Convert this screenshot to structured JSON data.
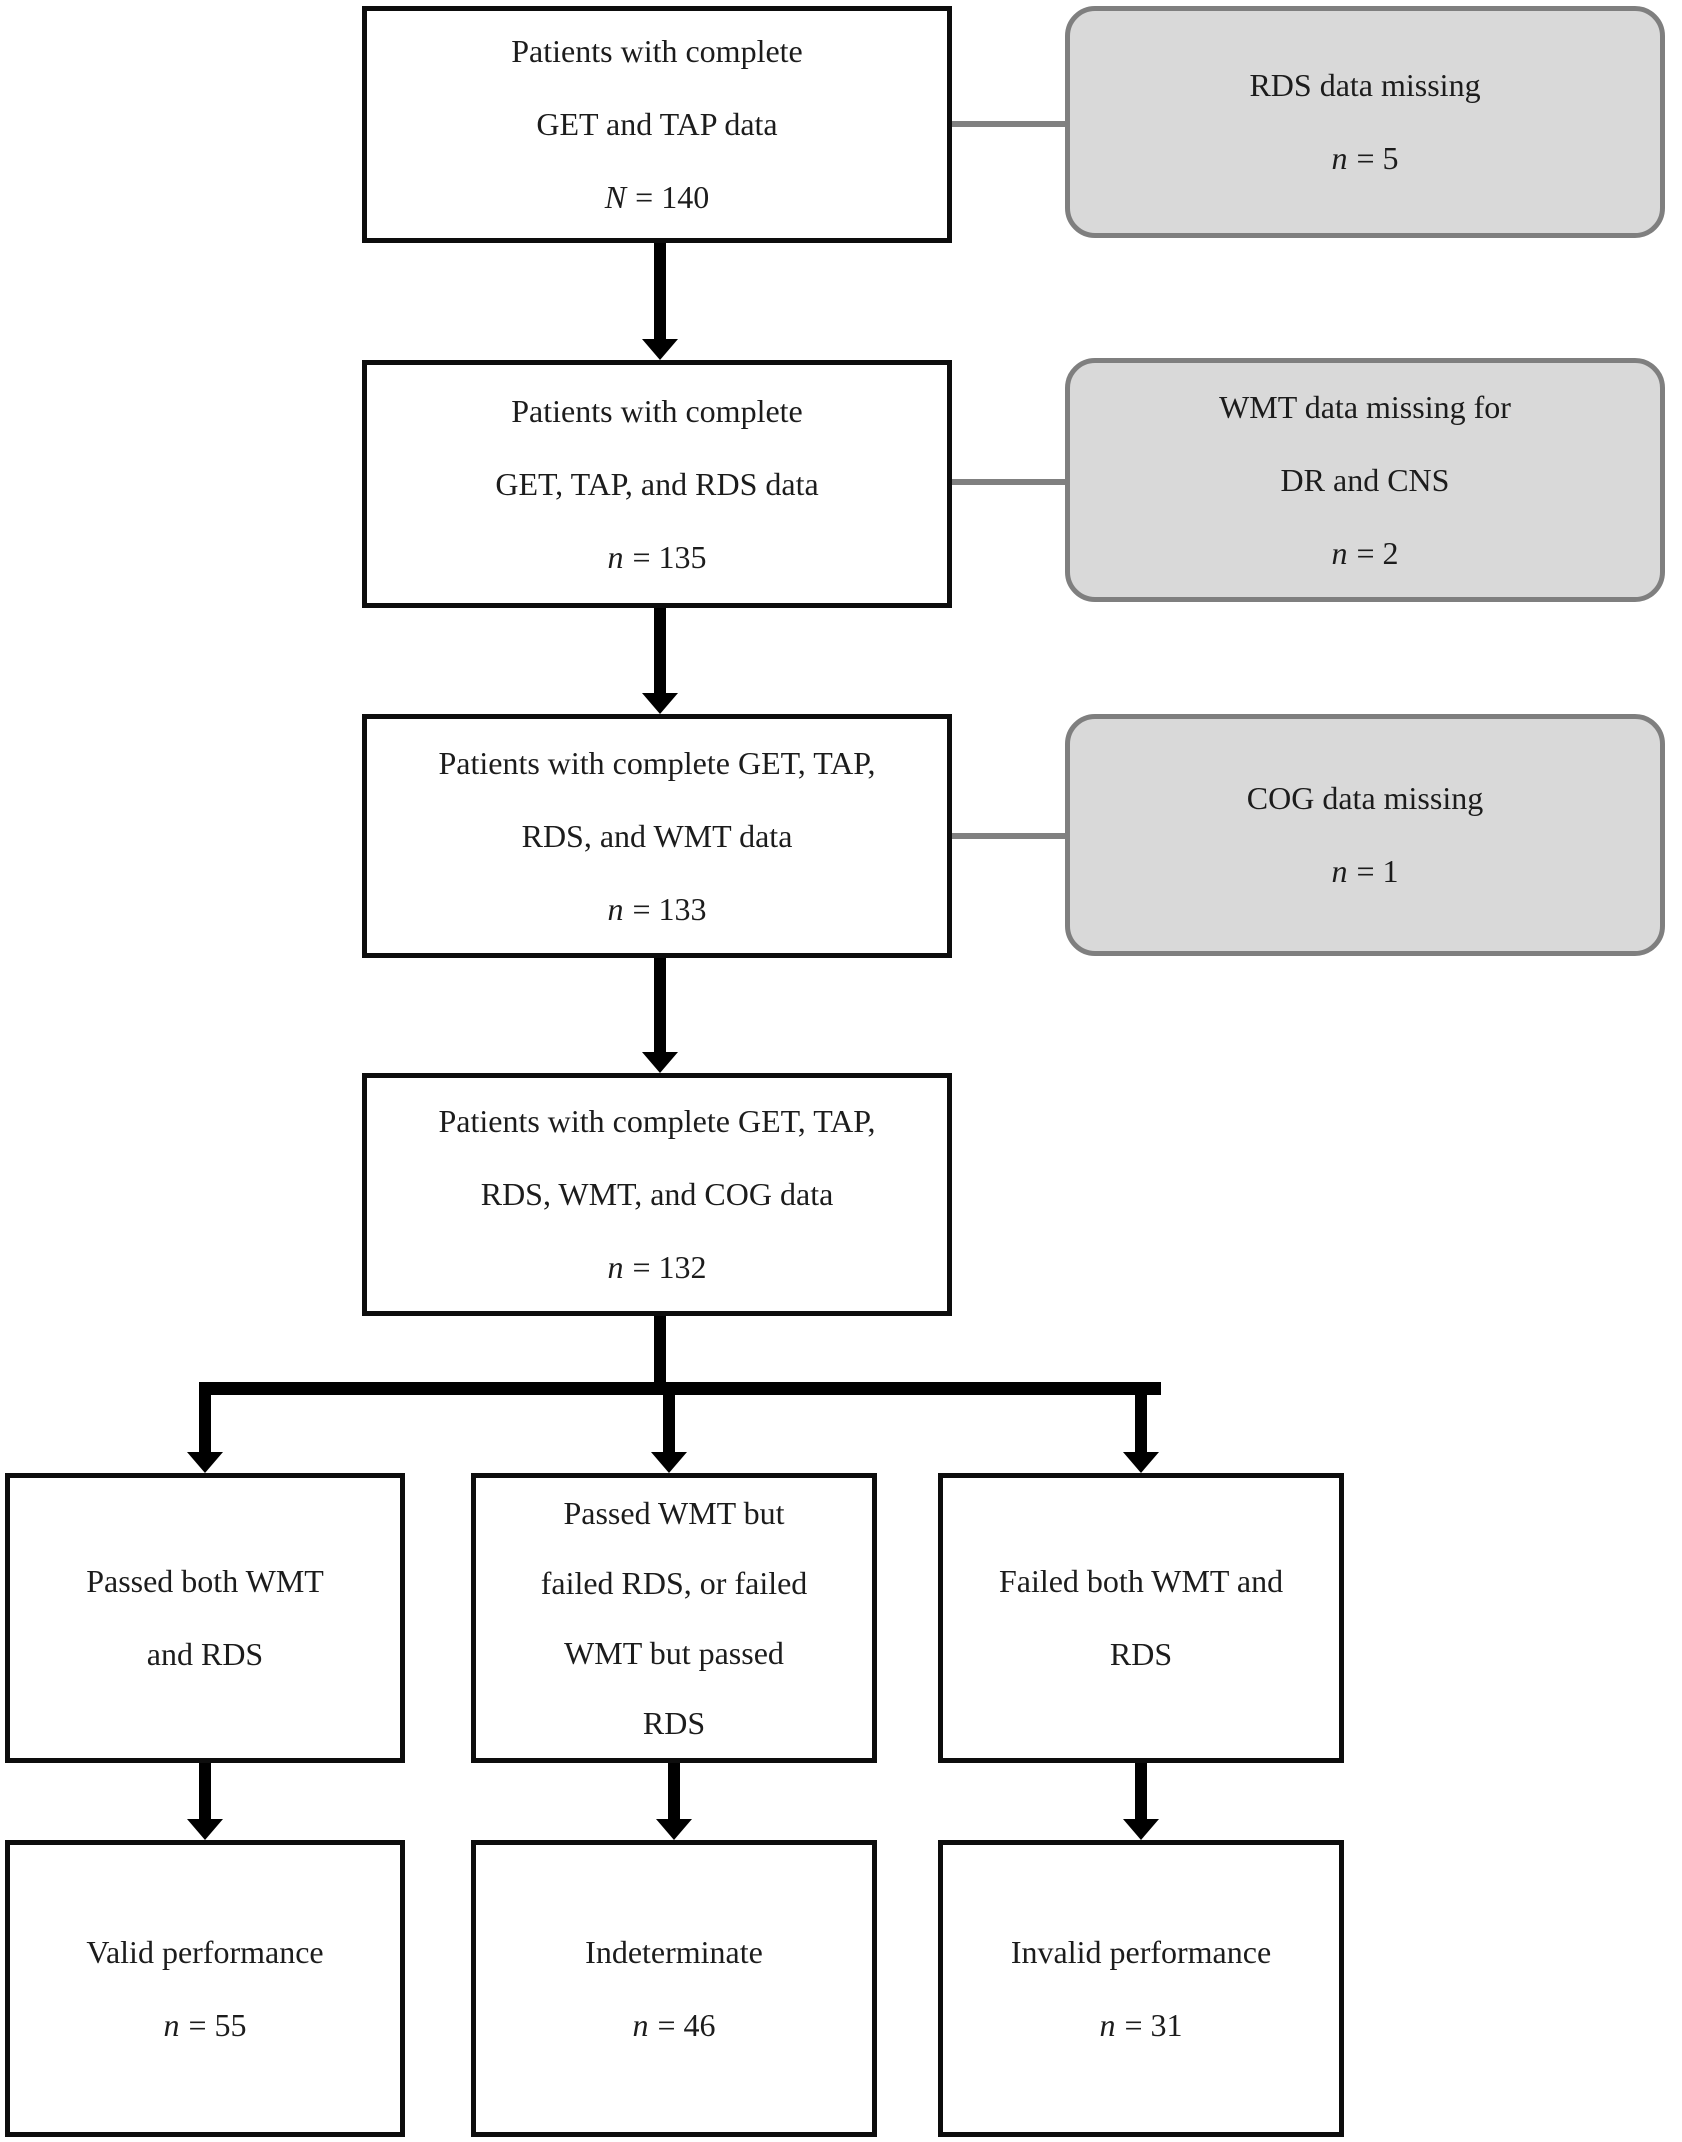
{
  "figure": {
    "kind": "patient-flow-diagram",
    "colors": {
      "step_box_border": "#000000",
      "step_box_fill": "#ffffff",
      "exclusion_box_fill": "#d9d9d9",
      "exclusion_box_border": "#7f7f7f",
      "exclusion_connector": "#808080",
      "arrow": "#000000",
      "text": "#1c1c1c"
    },
    "flow": {
      "steps": [
        {
          "label_lines": [
            "Patients with complete",
            "GET and TAP data"
          ],
          "count_label": "N",
          "count_value": "= 140"
        },
        {
          "label_lines": [
            "Patients with complete",
            "GET, TAP, and RDS data"
          ],
          "count_label": "n",
          "count_value": "= 135"
        },
        {
          "label_lines": [
            "Patients with complete GET, TAP,",
            "RDS, and WMT data"
          ],
          "count_label": "n",
          "count_value": "= 133"
        },
        {
          "label_lines": [
            "Patients with complete GET, TAP,",
            "RDS, WMT, and COG data"
          ],
          "count_label": "n",
          "count_value": "= 132"
        }
      ],
      "exclusions": [
        {
          "label_lines": [
            "RDS data missing"
          ],
          "count_label": "n",
          "count_value": "= 5"
        },
        {
          "label_lines": [
            "WMT data missing for",
            "DR and CNS"
          ],
          "count_label": "n",
          "count_value": "= 2"
        },
        {
          "label_lines": [
            "COG data missing"
          ],
          "count_label": "n",
          "count_value": "= 1"
        }
      ],
      "branches": [
        {
          "label_lines": [
            "Passed both WMT",
            "and RDS"
          ]
        },
        {
          "label_lines": [
            "Passed WMT but",
            "failed RDS, or failed",
            "WMT but passed",
            "RDS"
          ]
        },
        {
          "label_lines": [
            "Failed both WMT and",
            "RDS"
          ]
        }
      ],
      "outcomes": [
        {
          "label_lines": [
            "Valid performance"
          ],
          "count_label": "n",
          "count_value": "= 55"
        },
        {
          "label_lines": [
            "Indeterminate"
          ],
          "count_label": "n",
          "count_value": "= 46"
        },
        {
          "label_lines": [
            "Invalid performance"
          ],
          "count_label": "n",
          "count_value": "= 31"
        }
      ]
    }
  }
}
